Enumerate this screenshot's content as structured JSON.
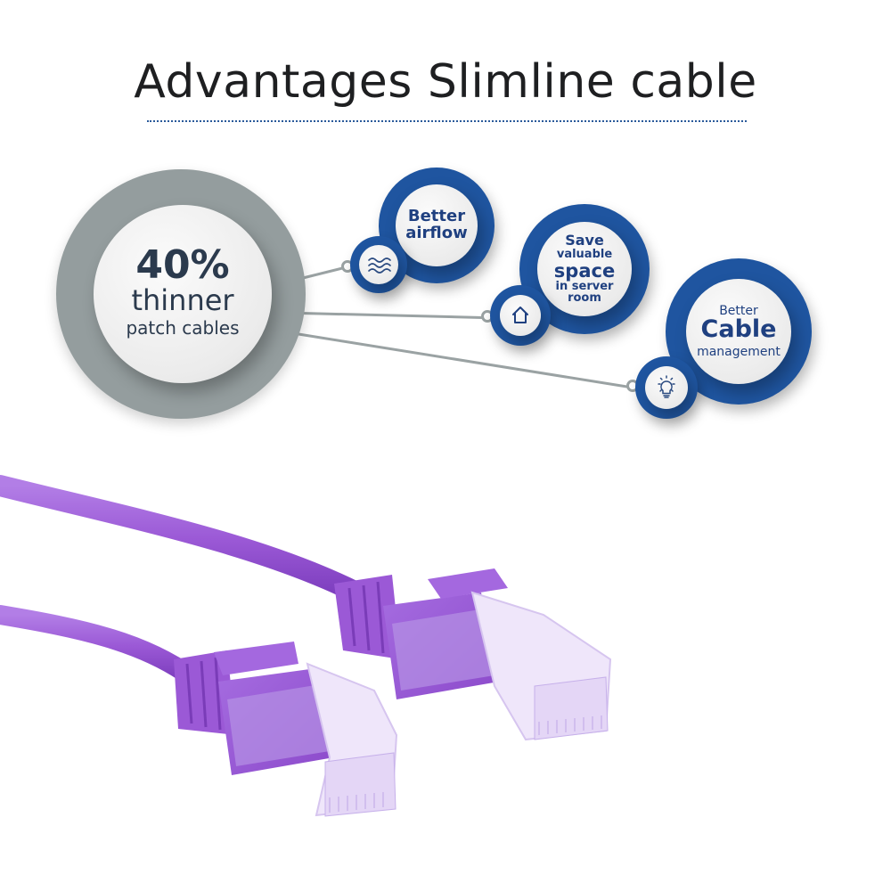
{
  "header": {
    "title": "Advantages Slimline cable"
  },
  "main_stat": {
    "value": "40%",
    "line1": "thinner",
    "line2": "patch cables"
  },
  "benefits": [
    {
      "id": "airflow",
      "icon": "waves-icon",
      "lines": [
        "Better",
        "airflow"
      ]
    },
    {
      "id": "space",
      "icon": "house-icon",
      "lines": [
        "Save",
        "valuable",
        "space",
        "in server",
        "room"
      ]
    },
    {
      "id": "cable-management",
      "icon": "lightbulb-icon",
      "lines": [
        "Better",
        "Cable",
        "management"
      ]
    }
  ],
  "colors": {
    "title": "#1e1f21",
    "rule": "#2a5a9a",
    "gray_circle": "#949d9e",
    "blue_ring": "#1f55a0",
    "blue_text": "#1f4080",
    "dark_text": "#2b3a4d",
    "cable_purple": "#9b59d6"
  },
  "product_image": {
    "description": "purple slimline RJ45 patch cable with two connectors"
  }
}
